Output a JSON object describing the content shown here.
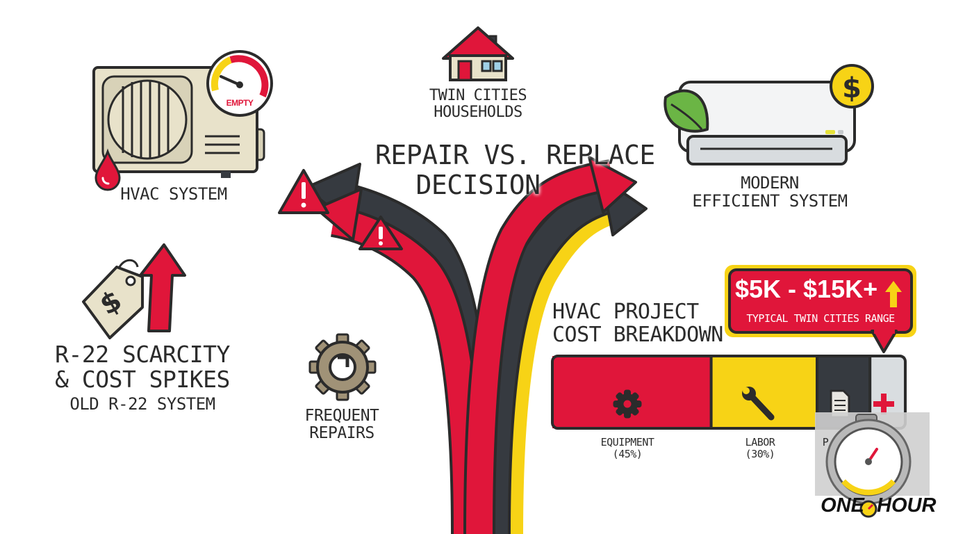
{
  "households": {
    "line1": "TWIN CITIES",
    "line2": "HOUSEHOLDS"
  },
  "decision": {
    "line1": "REPAIR VS. REPLACE",
    "line2": "DECISION"
  },
  "hvac_system": {
    "label": "HVAC SYSTEM",
    "gauge_label": "EMPTY"
  },
  "scarcity": {
    "line1": "R-22 SCARCITY",
    "line2": "& COST SPIKES",
    "sub": "OLD R-22 SYSTEM"
  },
  "repairs": {
    "line1": "FREQUENT",
    "line2": "REPAIRS"
  },
  "modern": {
    "line1": "MODERN",
    "line2": "EFFICIENT SYSTEM"
  },
  "price_callout": {
    "range": "$5K - $15K+",
    "sub": "TYPICAL TWIN CITIES RANGE"
  },
  "cost_breakdown": {
    "title1": "HVAC PROJECT",
    "title2": "COST BREAKDOWN",
    "segments": [
      {
        "name": "EQUIPMENT",
        "pct_label": "(45%)",
        "share": 45,
        "color": "#e0163a",
        "icon": "gear-icon"
      },
      {
        "name": "LABOR",
        "pct_label": "(30%)",
        "share": 30,
        "color": "#f7d316",
        "icon": "wrench-icon"
      },
      {
        "name": "P",
        "pct_label": "",
        "share": 15,
        "color": "#363a40",
        "icon": "document-icon"
      },
      {
        "name": "",
        "pct_label": "",
        "share": 10,
        "color": "#d9dde0",
        "icon": "plus-icon"
      }
    ]
  },
  "brand": {
    "left": "ONE",
    "right": "HOUR"
  },
  "colors": {
    "red": "#e0163a",
    "dark": "#363a40",
    "yellow": "#f7d316",
    "outline": "#2b2b2b",
    "beige": "#e8e2ca"
  }
}
